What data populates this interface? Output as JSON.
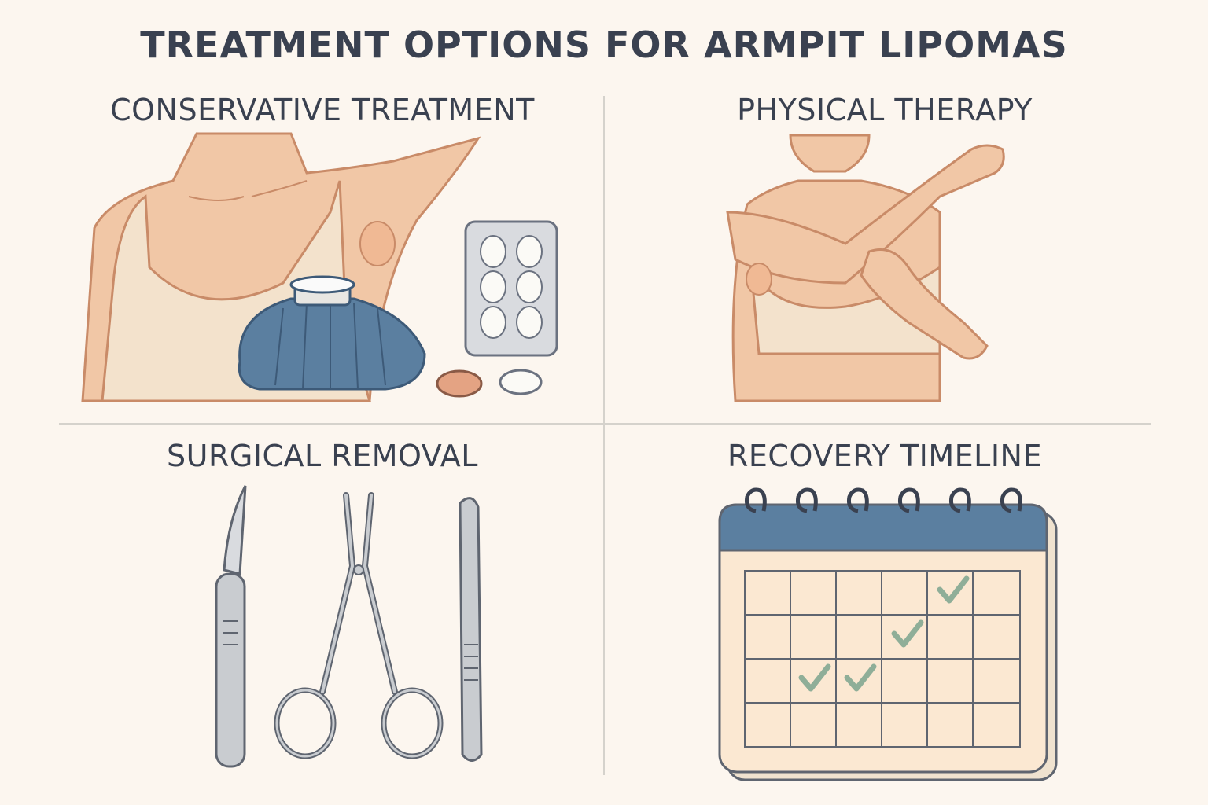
{
  "title": "TREATMENT OPTIONS FOR ARMPIT LIPOMAS",
  "panels": [
    {
      "title": "CONSERVATIVE TREATMENT",
      "illustration": "woman-armpit-lump-with-ice-pack-and-pills"
    },
    {
      "title": "PHYSICAL THERAPY",
      "illustration": "woman-arm-stretch-massage"
    },
    {
      "title": "SURGICAL REMOVAL",
      "illustration": "scalpel-scissors-forceps"
    },
    {
      "title": "RECOVERY TIMELINE",
      "illustration": "calendar-with-checkmarks"
    }
  ],
  "colors": {
    "background": "#fcf6ef",
    "text": "#3a4150",
    "skin": "#f1c7a6",
    "skin_outline": "#c98b68",
    "top": "#f3e2cc",
    "ice_pack": "#5b7fa0",
    "calendar_header": "#5b7fa0",
    "checkmark": "#8fae98",
    "instrument": "#c9ccd0"
  },
  "calendar": {
    "rings": 6,
    "rows": 4,
    "cols": 6,
    "checked_cells": [
      [
        0,
        4
      ],
      [
        1,
        3
      ],
      [
        2,
        1
      ],
      [
        2,
        2
      ]
    ]
  }
}
